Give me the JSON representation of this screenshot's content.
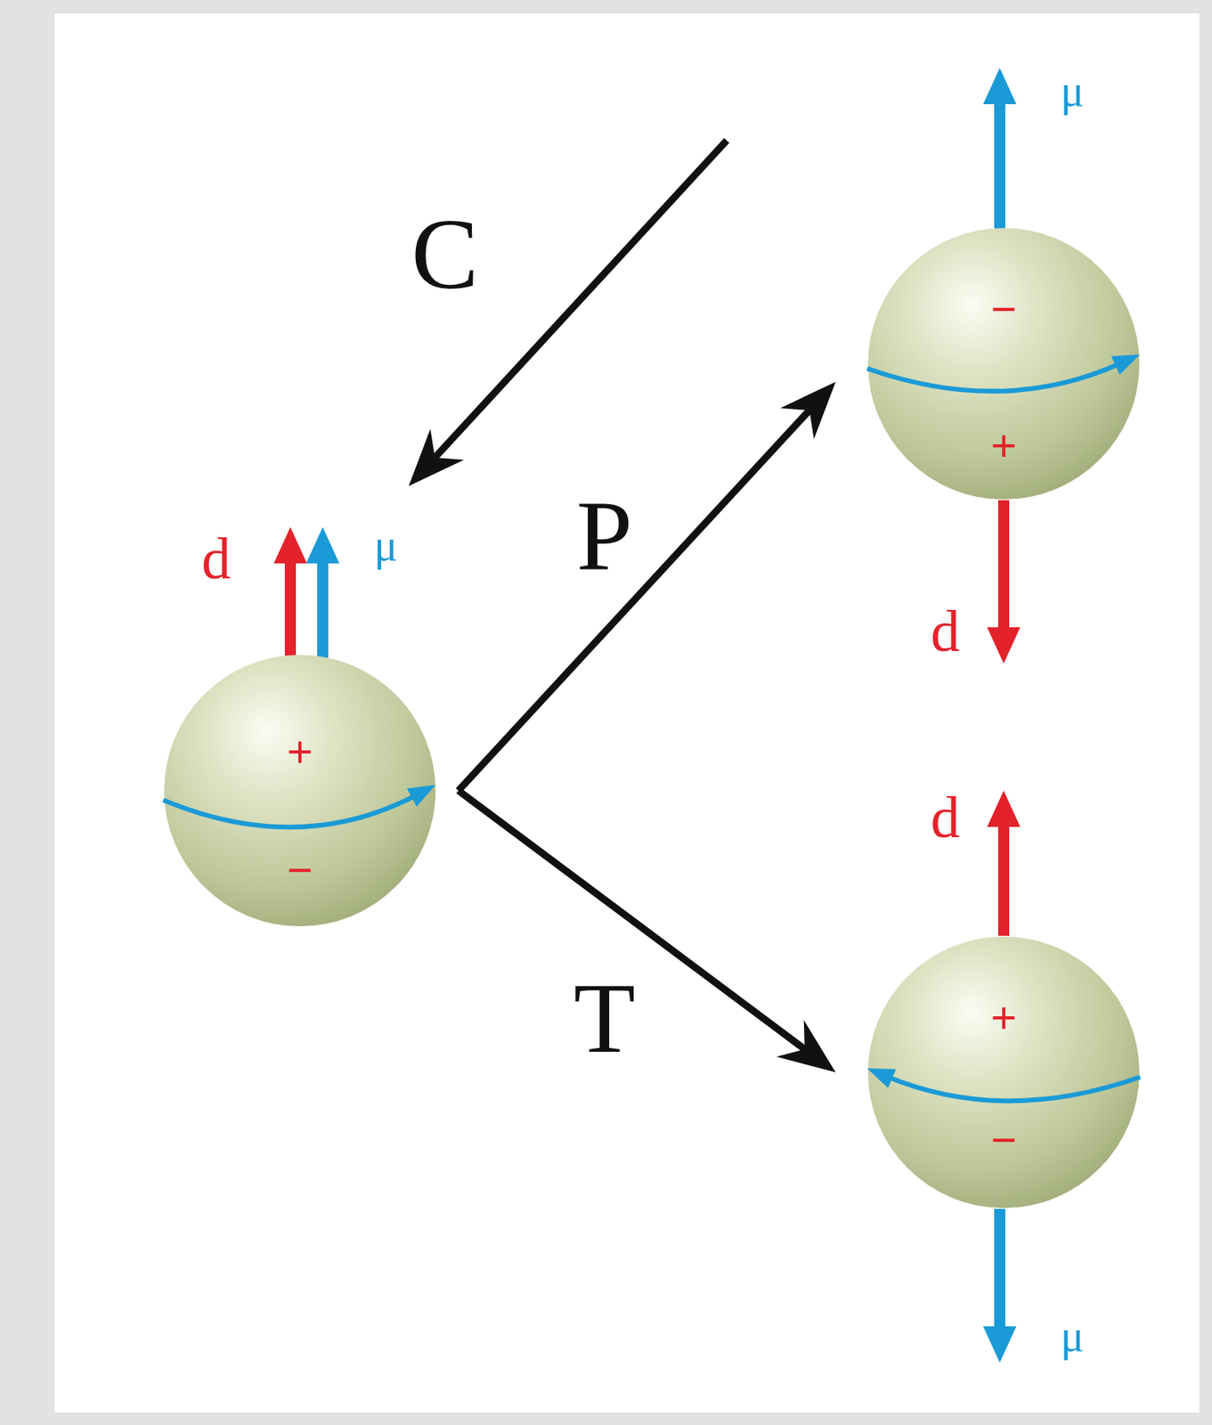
{
  "diagram": {
    "nodes": [
      {
        "text": [
          "+",
          "−"
        ]
      },
      {
        "text": [
          "−",
          "+"
        ]
      },
      {
        "text": [
          "+",
          "−"
        ]
      }
    ],
    "edges": [
      {
        "from": 0,
        "to": 1,
        "arrow": "to",
        "label": "P"
      },
      {
        "from": 0,
        "to": 2,
        "arrow": "to",
        "label": "T"
      }
    ],
    "labels": [
      "C",
      "d",
      "μ",
      "μ",
      "d",
      "d",
      "μ"
    ]
  }
}
